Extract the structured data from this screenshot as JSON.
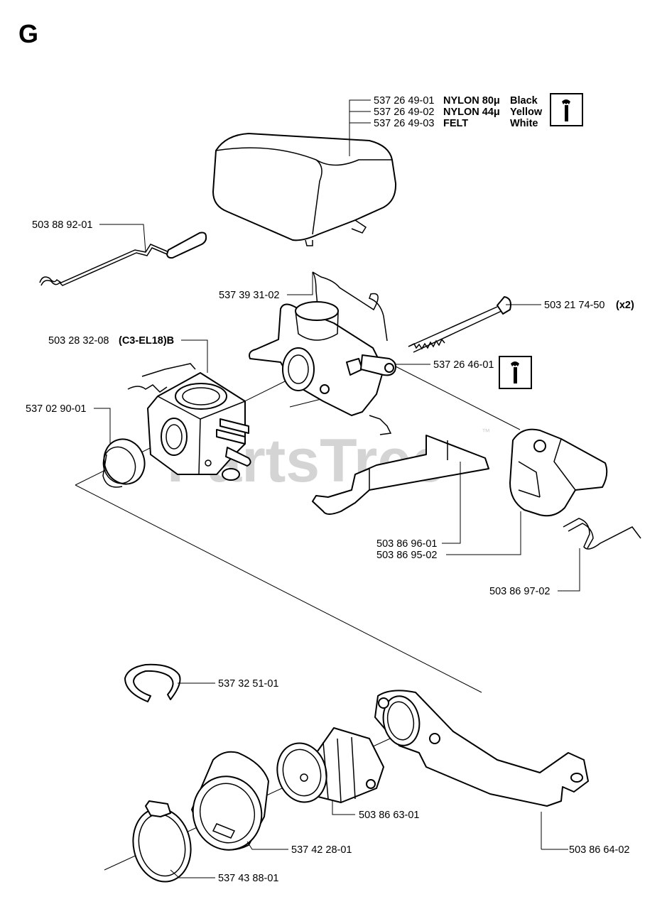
{
  "section": "G",
  "watermark": {
    "text": "PartsTree",
    "tm": "™"
  },
  "labels": {
    "filter_nylon80": {
      "pn": "537 26 49-01",
      "material": "NYLON 80μ",
      "color": "Black"
    },
    "filter_nylon44": {
      "pn": "537 26 49-02",
      "material": "NYLON 44μ",
      "color": "Yellow"
    },
    "filter_felt": {
      "pn": "537 26 49-03",
      "material": "FELT",
      "color": "White"
    },
    "rod": {
      "pn": "503 88 92-01"
    },
    "bracket": {
      "pn": "537 39 31-02"
    },
    "bolt": {
      "pn": "503 21 74-50",
      "qty": "(x2)"
    },
    "carburetor": {
      "pn": "503 28 32-08",
      "variant": "(C3-EL18)B"
    },
    "intake_housing": {
      "pn": "537 26 46-01"
    },
    "gasket": {
      "pn": "537 02 90-01"
    },
    "lever": {
      "pn": "503 86 96-01"
    },
    "lever2": {
      "pn": "503 86 95-02"
    },
    "spring": {
      "pn": "503 86 97-02"
    },
    "circlip": {
      "pn": "537 32 51-01"
    },
    "intake_rubber": {
      "pn": "503 86 63-01"
    },
    "adapter": {
      "pn": "537 42 28-01"
    },
    "clamp": {
      "pn": "537 43 88-01"
    },
    "support": {
      "pn": "503 86 64-02"
    }
  },
  "icons": [
    "wrench-info-icon",
    "wrench-info-icon"
  ]
}
